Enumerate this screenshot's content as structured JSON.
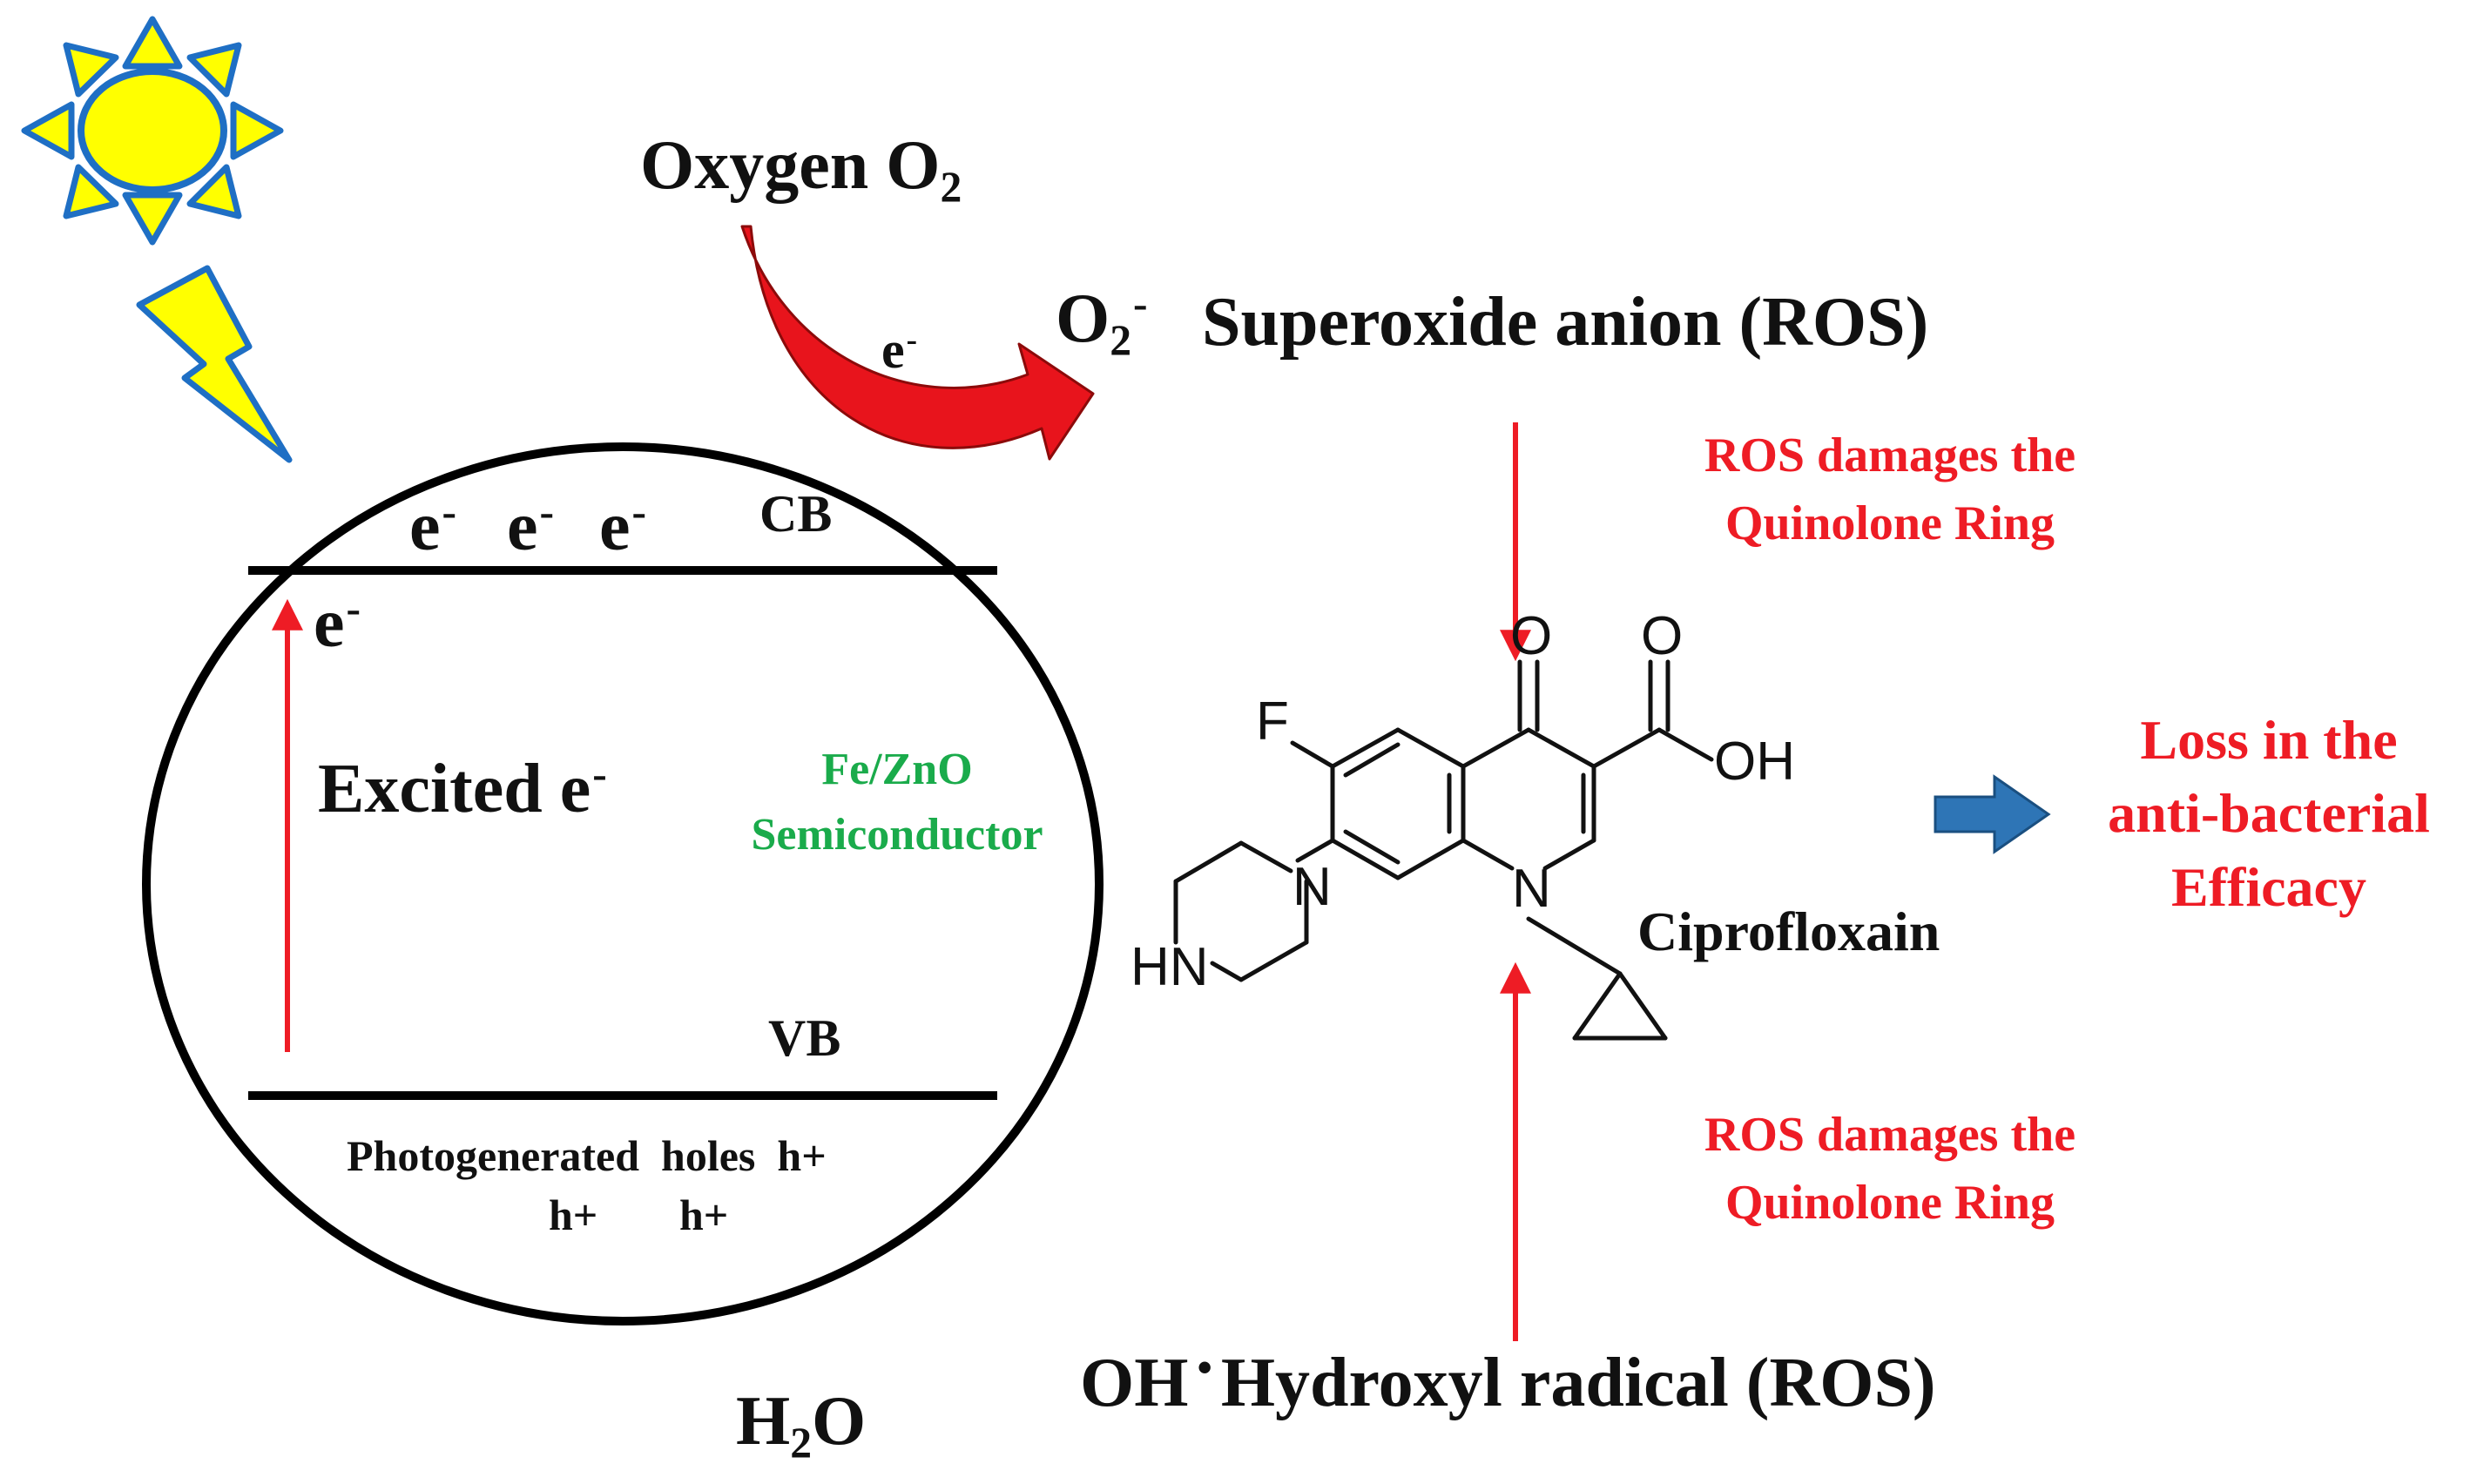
{
  "labels": {
    "oxygen": "Oxygen O",
    "oxygen_sub": "2",
    "electron_arrow": "e",
    "electron_sup": "-",
    "superoxide_base": "O",
    "superoxide_sub": "2",
    "superoxide_sup": "-",
    "superoxide_name": "Superoxide anion (ROS)",
    "cb_electron_1": "e",
    "cb_electron_2": "e",
    "cb_electron_3": "e",
    "cb": "CB",
    "vb": "VB",
    "vertical_e": "e",
    "excited": "Excited e",
    "semiconductor_line1": "Fe/ZnO",
    "semiconductor_line2": "Semiconductor",
    "holes_line1": "Photogenerated  holes  h+",
    "holes_h1": "h+",
    "holes_h2": "h+",
    "water_base": "H",
    "water_sub": "2",
    "water_end": "O",
    "hydroxyl_base": "OH",
    "hydroxyl_dot": "•",
    "hydroxyl_name": "Hydroxyl radical (ROS)",
    "ros_top_line1": "ROS damages the",
    "ros_top_line2": "Quinolone Ring",
    "ros_bottom_line1": "ROS damages the",
    "ros_bottom_line2": "Quinolone Ring",
    "loss_line1": "Loss in the",
    "loss_line2": "anti-bacterial",
    "loss_line3": "Efficacy",
    "drug_name": "Ciprofloxain"
  },
  "molecule_atoms": {
    "o_ketone": "O",
    "o_acid": "O",
    "oh": "OH",
    "f": "F",
    "n_pip": "N",
    "n_ring": "N",
    "hn": "HN"
  },
  "colors": {
    "sun_fill": "#ffff00",
    "sun_outline": "#1f6fc4",
    "bolt_fill": "#ffff00",
    "bolt_outline": "#1f6fc4",
    "red": "#ee1c25",
    "semiconductor_green": "#1aab4b",
    "blue_arrow": "#2e75b6",
    "line": "#000000"
  },
  "icons": {
    "sun": "sun-icon",
    "bolt": "lightning-bolt-icon",
    "curved_arrow": "curved-arrow-icon",
    "blue_arrow": "right-arrow-icon"
  }
}
